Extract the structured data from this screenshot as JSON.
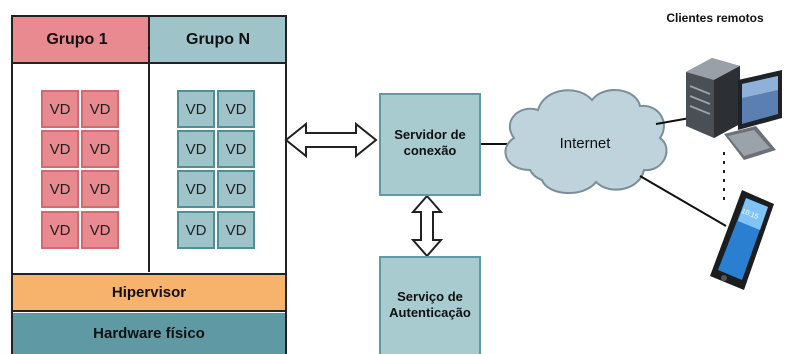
{
  "host": {
    "group1_label": "Grupo 1",
    "groupn_label": "Grupo N",
    "vd_label": "VD",
    "hypervisor_label": "Hipervisor",
    "hardware_label": "Hardware físico"
  },
  "servers": {
    "connection_label": "Servidor de conexão",
    "auth_label": "Serviço de Autenticação"
  },
  "network": {
    "internet_label": "Internet"
  },
  "clients": {
    "title": "Clientes remotos",
    "phone_time": "10:15"
  },
  "colors": {
    "group1_fill": "#e88a8f",
    "groupn_fill": "#9ec3c9",
    "hypervisor_fill": "#f7b26b",
    "hardware_fill": "#5f9aa4",
    "server_fill": "#a8cbd0",
    "cloud_fill": "#bfd3dc"
  }
}
